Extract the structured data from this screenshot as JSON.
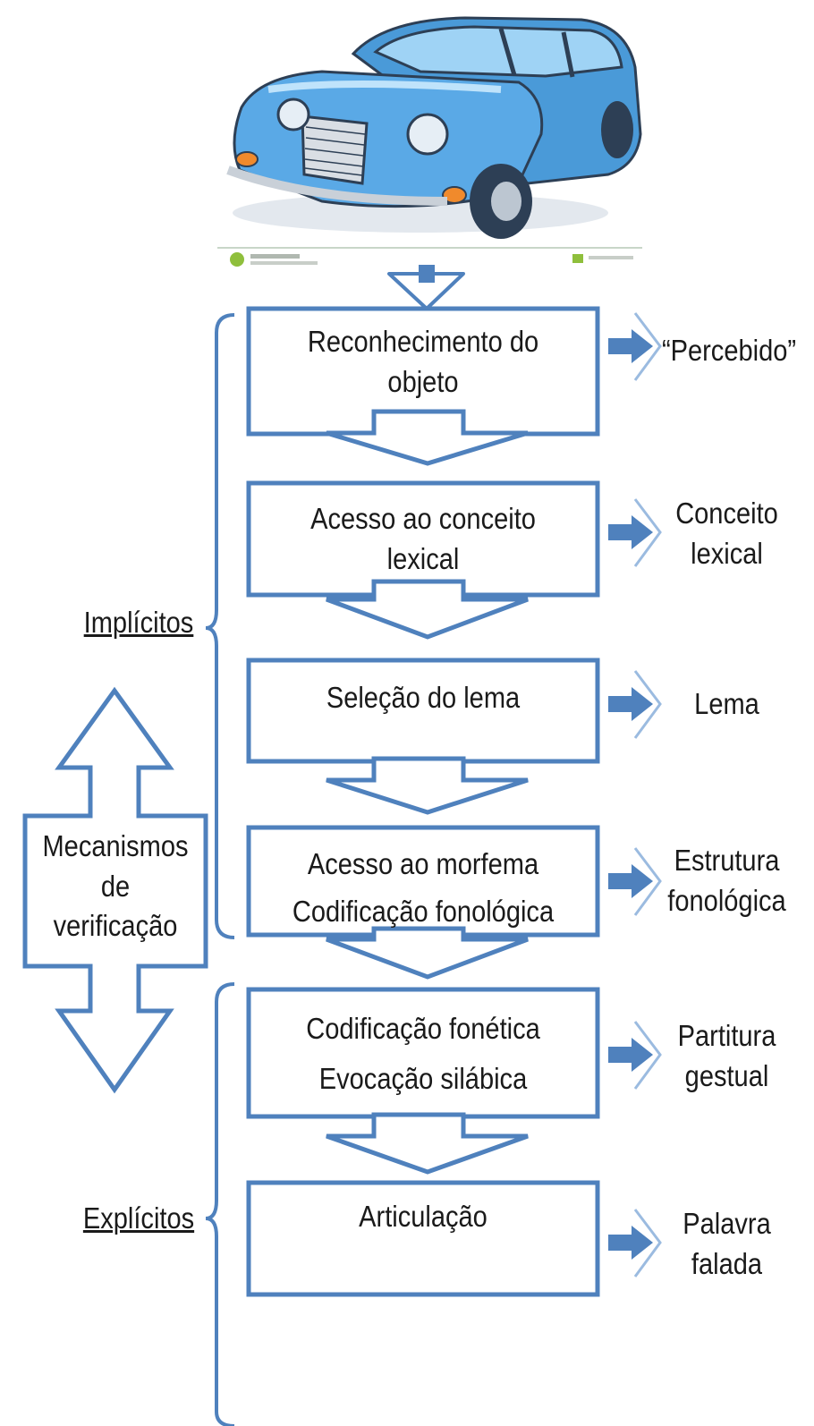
{
  "stages": [
    {
      "lines": [
        "Reconhecimento do",
        "objeto"
      ],
      "output": [
        "“Percebido”"
      ]
    },
    {
      "lines": [
        "Acesso ao conceito",
        "lexical"
      ],
      "output": [
        "Conceito",
        "lexical"
      ]
    },
    {
      "lines": [
        "Seleção do lema"
      ],
      "output": [
        "Lema"
      ]
    },
    {
      "lines": [
        "Acesso ao morfema",
        "Codificação fonológica"
      ],
      "output": [
        "Estrutura",
        "fonológica"
      ]
    },
    {
      "lines": [
        "Codificação fonética",
        "Evocação silábica"
      ],
      "output": [
        "Partitura",
        "gestual"
      ]
    },
    {
      "lines": [
        "Articulação"
      ],
      "output": [
        "Palavra",
        "falada"
      ]
    }
  ],
  "groups": {
    "implicit": "Implícitos",
    "explicit": "Explícitos"
  },
  "verification": [
    "Mecanismos",
    "de",
    "verificação"
  ],
  "colors": {
    "stroke": "#4f81bd",
    "fill": "#ffffff",
    "car_body": "#5aa9e6",
    "car_dark": "#2d3f55"
  },
  "icons": {
    "car": "car-illustration",
    "arrow": "down-arrow-icon",
    "output_arrow": "right-arrow-icon"
  }
}
